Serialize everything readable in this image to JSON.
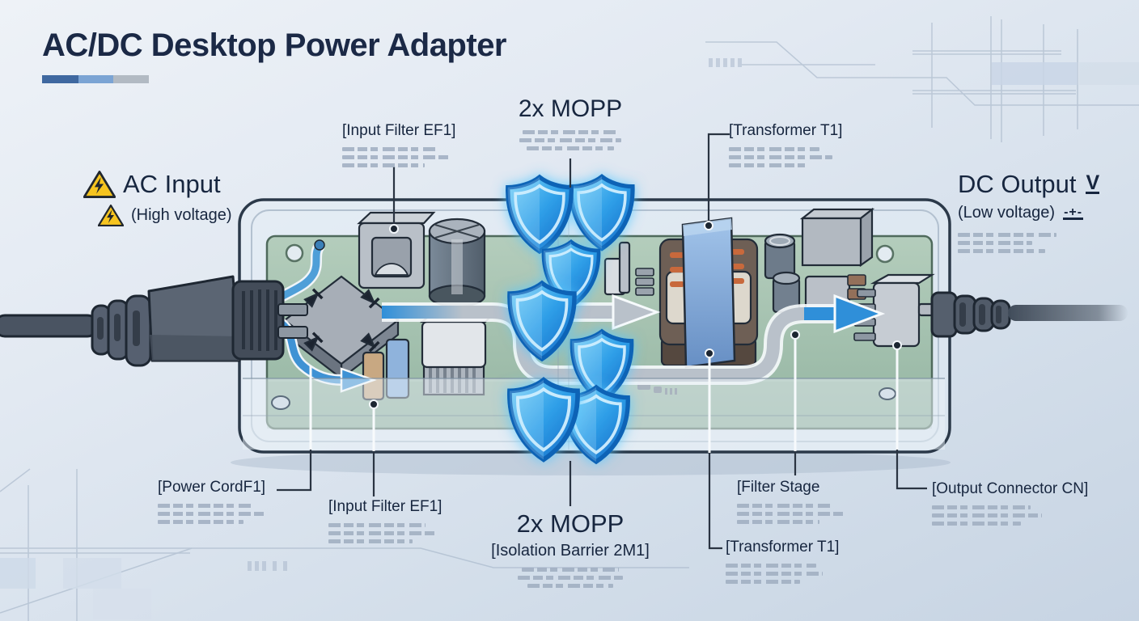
{
  "header": {
    "title": "AC/DC Desktop Power Adapter",
    "accent_bar_colors": [
      "#3f68a0",
      "#7ba4d4",
      "#b2bac3"
    ]
  },
  "callouts": {
    "input_filter_top": {
      "label": "[Input Filter EF1]"
    },
    "mopp_top": {
      "label": "2x MOPP"
    },
    "transformer_top": {
      "label": "[Transformer T1]"
    },
    "ac_input": {
      "label": "AC Input",
      "sublabel": "(High voltage)",
      "icon": "high-voltage-warning-triangle"
    },
    "dc_output": {
      "label": "DC Output",
      "sublabel": "(Low voltage)",
      "label_symbol": "V",
      "sublabel_symbol": "-+-",
      "icon": "dc-voltage-symbol"
    },
    "power_cord": {
      "label": "[Power CordF1]"
    },
    "input_filter_bottom": {
      "label": "[Input Filter EF1]"
    },
    "mopp_bottom": {
      "label": "2x MOPP",
      "sublabel": "[Isolation Barrier 2M1]"
    },
    "filter_stage": {
      "label": "[Filter Stage"
    },
    "transformer_bottom": {
      "label": "[Transformer T1]"
    },
    "output_connector": {
      "label": "[Output Connector CN]"
    }
  },
  "illustration": {
    "type": "cutaway-diagram",
    "subject": "AC/DC desktop power adapter internals with isolation shields",
    "shield_icons": 7,
    "colors": {
      "background": "#dfe7f0",
      "headline_text": "#1b2946",
      "label_text": "#17263f",
      "placeholder_text": "#9fadc0",
      "shield_blue": "#2f9fe8",
      "flow_arrow_blue": "#2f8fd9",
      "pcb_green": "#a8c4b2",
      "case_outline": "#2b3949",
      "warning_yellow": "#f6c41f"
    }
  }
}
